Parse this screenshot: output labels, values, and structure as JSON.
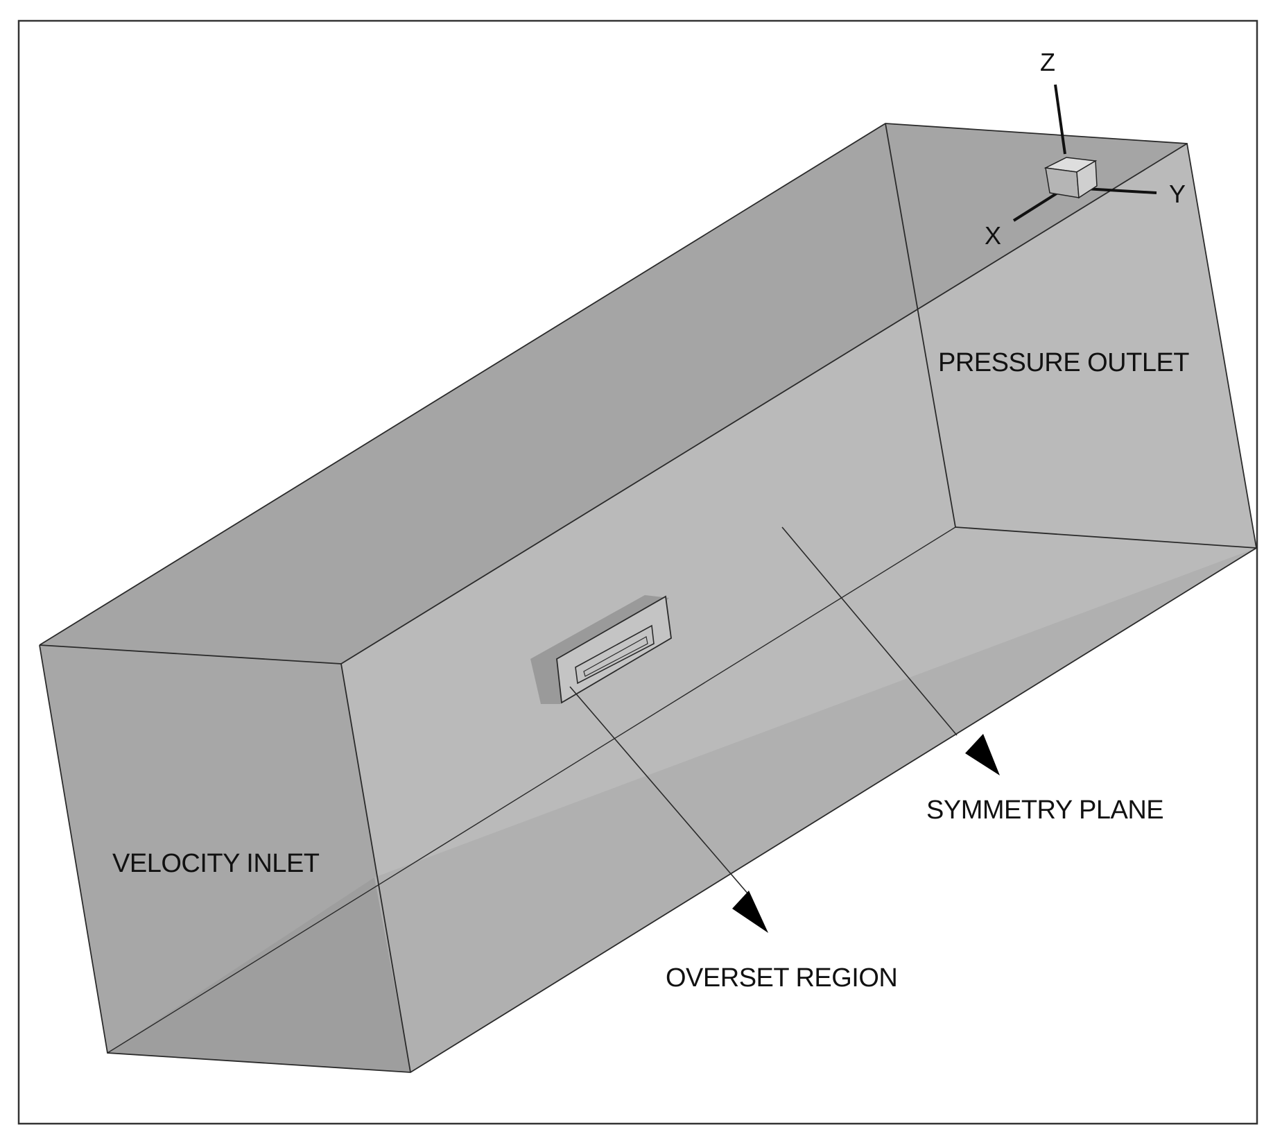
{
  "labels": {
    "velocity_inlet": "VELOCITY INLET",
    "pressure_outlet": "PRESSURE OUTLET",
    "symmetry_plane": "SYMMETRY PLANE",
    "overset_region": "OVERSET REGION"
  },
  "axes": {
    "x": "X",
    "y": "Y",
    "z": "Z"
  },
  "colors": {
    "top_face": "#a5a5a5",
    "side_face": "#b9b9b9",
    "bottom_face": "#a9a9a9",
    "inlet_face": "#a6a6a6",
    "outlet_face": "#adadad",
    "edge": "#2a2a2a",
    "frame": "#333333"
  }
}
